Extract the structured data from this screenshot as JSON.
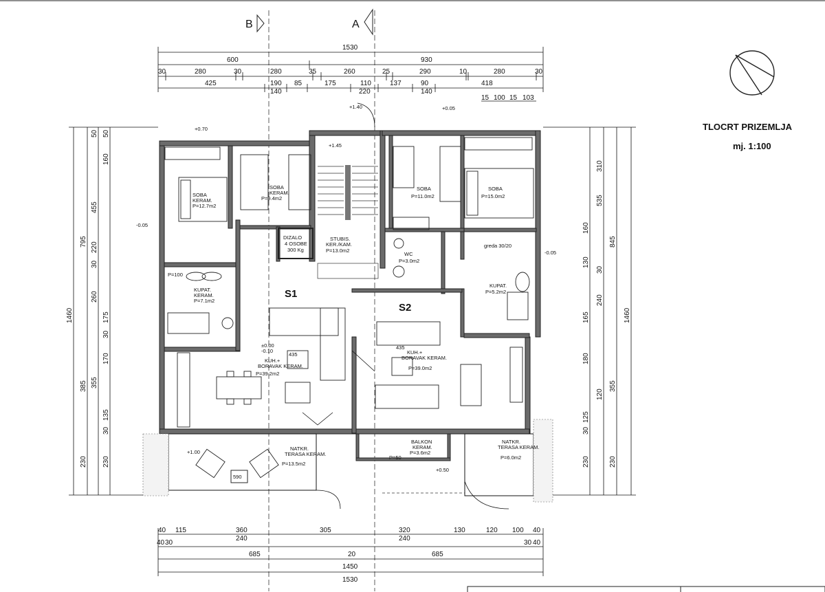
{
  "title": "TLOCRT PRIZEMLJA",
  "scale": "mj. 1:100",
  "sections": [
    "B",
    "A"
  ],
  "units": {
    "s1": "S1",
    "s2": "S2"
  },
  "dims_top": {
    "row1": [
      "1530"
    ],
    "row2": [
      "600",
      "930"
    ],
    "row3": [
      "30",
      "280",
      "30",
      "280",
      "35",
      "260",
      "25",
      "290",
      "10",
      "280",
      "30"
    ],
    "row4": [
      "425",
      "190",
      "85",
      "175",
      "110",
      "137",
      "90",
      "418"
    ],
    "row4b": [
      "140",
      "220",
      "140"
    ],
    "small": [
      "15",
      "100",
      "15",
      "103"
    ]
  },
  "dims_bottom": {
    "row1": [
      "40",
      "115",
      "360",
      "305",
      "320",
      "130",
      "120",
      "100",
      "40"
    ],
    "row1b": [
      "240",
      "240"
    ],
    "row2": [
      "40",
      "30",
      "685",
      "20",
      "685",
      "30",
      "40"
    ],
    "row3": [
      "1450"
    ],
    "row4": [
      "1530"
    ]
  },
  "dims_left": {
    "outer": "1460",
    "mid": [
      "795",
      "385",
      "230"
    ],
    "inner": [
      "50",
      "50",
      "160",
      "455",
      "220",
      "30",
      "260",
      "175",
      "30",
      "170",
      "355",
      "135",
      "30",
      "230"
    ]
  },
  "dims_right": {
    "outer": "1460",
    "mid": [
      "845",
      "355",
      "230"
    ],
    "inner": [
      "310",
      "535",
      "160",
      "130",
      "30",
      "240",
      "165",
      "180",
      "120",
      "125",
      "30",
      "230"
    ]
  },
  "rooms": [
    {
      "name": "SOBA",
      "floor": "KERAM.",
      "area": "P=12.7m2"
    },
    {
      "name": "SOBA",
      "floor": "KERAM.",
      "area": "P=9.4m2"
    },
    {
      "name": "KUPAT.",
      "floor": "KERAM.",
      "area": "P=7.1m2"
    },
    {
      "name": "KUH.+",
      "floor": "BORAVAK KERAM.",
      "area": "P=39.2m2"
    },
    {
      "name": "NATKR.",
      "floor": "TERASA KERAM.",
      "area": "P=13.5m2"
    },
    {
      "name": "STUBIS.",
      "floor": "KER./KAM.",
      "area": "P=13.0m2"
    },
    {
      "name": "DIZALO",
      "floor": "4 OSOBE",
      "area": "300 Kg"
    },
    {
      "name": "SOBA",
      "floor": "",
      "area": "P=11.0m2"
    },
    {
      "name": "SOBA",
      "floor": "",
      "area": "P=15.0m2"
    },
    {
      "name": "WC",
      "floor": "",
      "area": "P=3.0m2"
    },
    {
      "name": "KUPAT.",
      "floor": "",
      "area": "P=5.2m2"
    },
    {
      "name": "KUH.+",
      "floor": "BORAVAK KERAM.",
      "area": "P=39.0m2"
    },
    {
      "name": "BALKON",
      "floor": "KERAM.",
      "area": "P=3.6m2"
    },
    {
      "name": "NATKR.",
      "floor": "TERASA KERAM.",
      "area": "P=6.0m2"
    }
  ],
  "levels": [
    "+0.70",
    "+1.40",
    "+0.05",
    "-0.05",
    "±0.00",
    "-0.10",
    "+0.50",
    "+1.00",
    "+1.45"
  ],
  "misc": [
    "greda 30/20",
    "590",
    "435",
    "P=50",
    "P=100"
  ]
}
